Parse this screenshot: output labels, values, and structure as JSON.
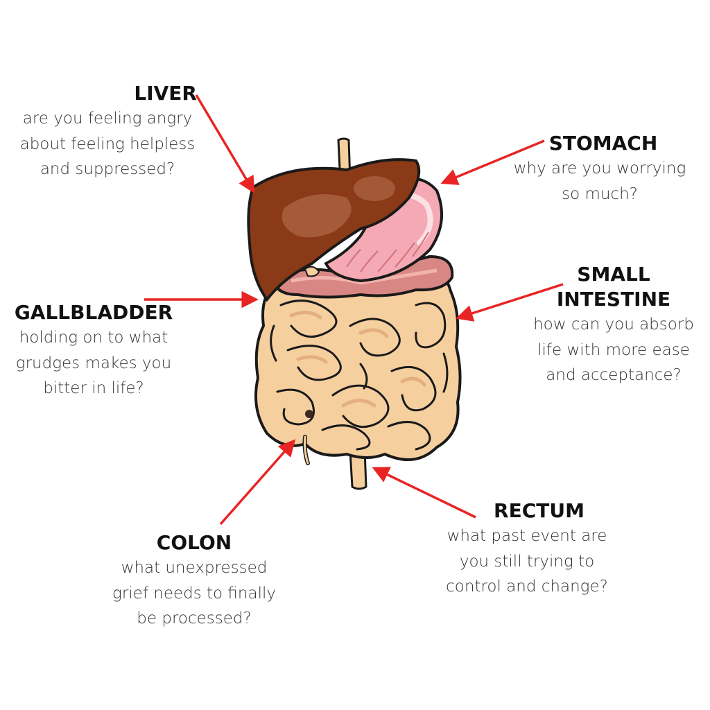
{
  "organs": {
    "liver": {
      "title": "LIVER",
      "description": "are you feeling angry\nabout feeling helpless\nand suppressed?"
    },
    "stomach": {
      "title": "STOMACH",
      "description": "why are you worrying\nso much?"
    },
    "small_intestine": {
      "title": "SMALL\nINTESTINE",
      "description": "how can you absorb\nlife with more ease\nand acceptance?"
    },
    "gallbladder": {
      "title": "GALLBLADDER",
      "description": "holding on to what\ngrudges makes you\nbitter in life?"
    },
    "colon": {
      "title": "COLON",
      "description": "what unexpressed\ngrief needs to finally\nbe processed?"
    },
    "rectum": {
      "title": "RECTUM",
      "description": "what past event are\nyou still trying to\ncontrol and change?"
    }
  },
  "colors": {
    "arrow": "#e82424",
    "liver": "#8a3a16",
    "liver_highlight": "#b0684a",
    "stomach": "#f4a9b4",
    "stomach_light": "#fbe0e4",
    "small_intestine_top": "#d98784",
    "intestine": "#f6cf9f",
    "intestine_shadow": "#e0a878",
    "outline": "#1a1a1a"
  }
}
